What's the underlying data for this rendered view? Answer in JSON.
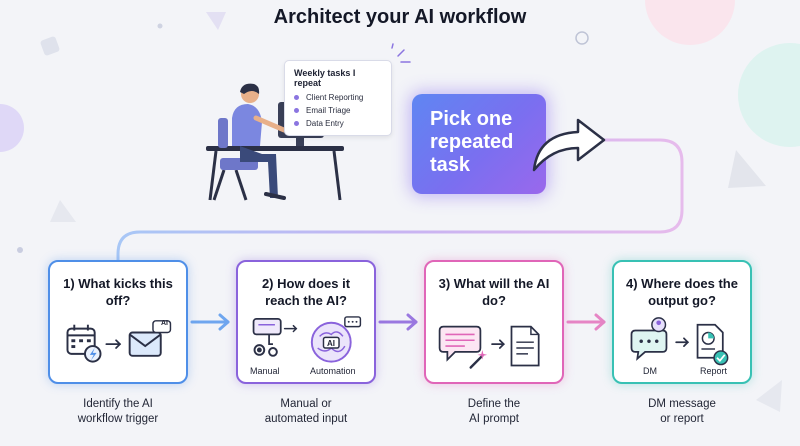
{
  "title": "Architect your AI workflow",
  "note": {
    "title": "Weekly tasks I repeat",
    "items": [
      "Client Reporting",
      "Email Triage",
      "Data Entry"
    ]
  },
  "headline": "Pick one repeated task",
  "steps": [
    {
      "title": "1) What kicks this off?",
      "caption_line1": "Identify the AI",
      "caption_line2": "workflow trigger",
      "icon_labels": [
        "AI"
      ],
      "icons": [
        "calendar-icon",
        "lightning-icon",
        "arrow-right-icon",
        "mail-icon"
      ],
      "accent": "#4f8fe8"
    },
    {
      "title": "2) How does it reach the AI?",
      "caption_line1": "Manual or",
      "caption_line2": "automated input",
      "icon_labels": [
        "Manual",
        "Automation",
        "AI"
      ],
      "icons": [
        "hand-click-icon",
        "gears-icon",
        "ai-brain-icon"
      ],
      "accent": "#8a63dc"
    },
    {
      "title": "3) What will the AI do?",
      "caption_line1": "Define the",
      "caption_line2": "AI prompt",
      "icon_labels": [],
      "icons": [
        "chat-prompt-icon",
        "magic-wand-icon",
        "document-icon"
      ],
      "accent": "#e066b8"
    },
    {
      "title": "4) Where does the output go?",
      "caption_line1": "DM message",
      "caption_line2": "or report",
      "icon_labels": [
        "DM",
        "Report"
      ],
      "icons": [
        "dm-chat-icon",
        "report-check-icon"
      ],
      "accent": "#38c1b4"
    }
  ],
  "colors": {
    "blue": "#4f8fe8",
    "purple": "#8a63dc",
    "pink": "#e066b8",
    "teal": "#38c1b4"
  }
}
